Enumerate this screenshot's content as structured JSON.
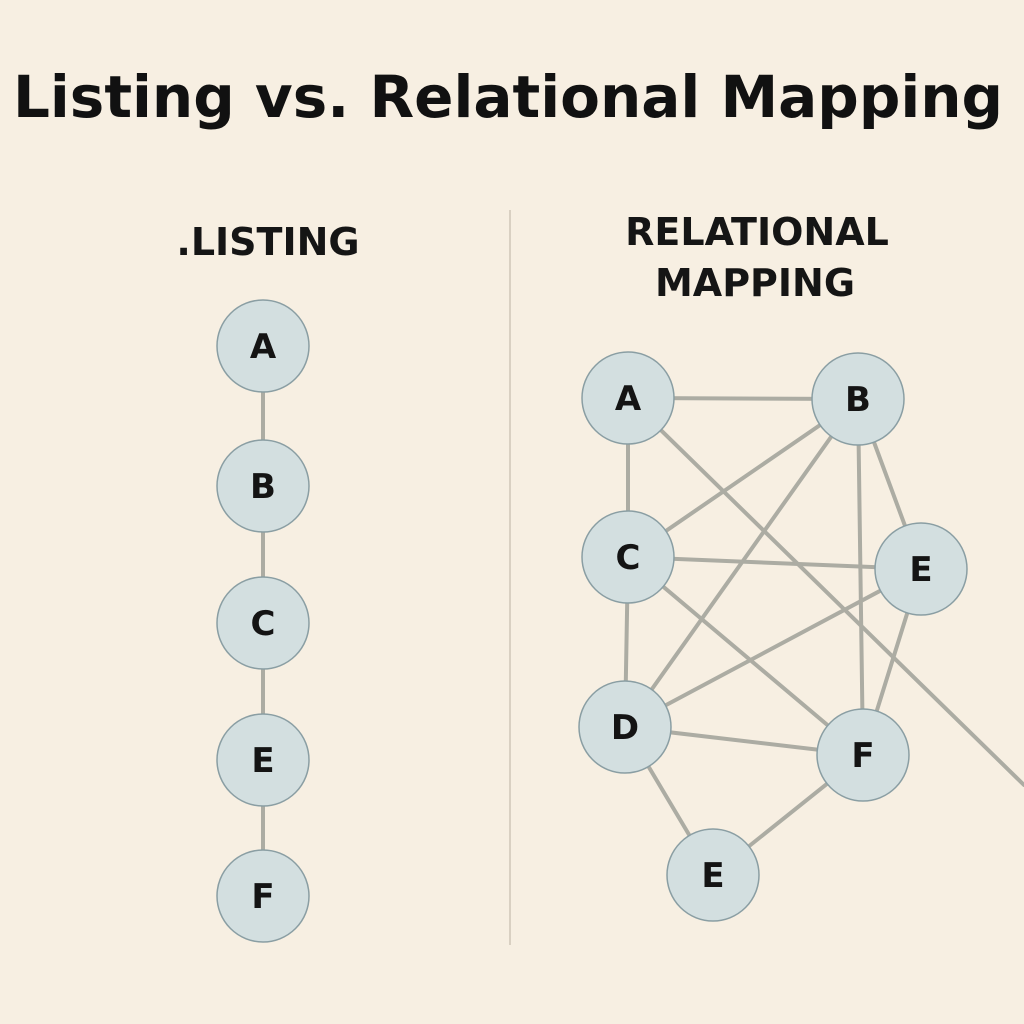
{
  "title": "Listing vs. Relational Mapping",
  "listing": {
    "heading": ".LISTING",
    "nodes": [
      {
        "id": "a",
        "label": "A"
      },
      {
        "id": "b",
        "label": "B"
      },
      {
        "id": "c",
        "label": "C"
      },
      {
        "id": "e",
        "label": "E"
      },
      {
        "id": "f",
        "label": "F"
      }
    ],
    "edges": [
      [
        "a",
        "b"
      ],
      [
        "b",
        "c"
      ],
      [
        "c",
        "e"
      ],
      [
        "e",
        "f"
      ]
    ]
  },
  "relational": {
    "heading_line1": "RELATIONAL",
    "heading_line2": "MAPPING",
    "nodes": [
      {
        "id": "a",
        "label": "A"
      },
      {
        "id": "b",
        "label": "B"
      },
      {
        "id": "c",
        "label": "C"
      },
      {
        "id": "e",
        "label": "E"
      },
      {
        "id": "d",
        "label": "D"
      },
      {
        "id": "f",
        "label": "F"
      },
      {
        "id": "e2",
        "label": "E"
      }
    ],
    "edges": [
      [
        "a",
        "b"
      ],
      [
        "a",
        "c"
      ],
      [
        "a",
        "offscreen"
      ],
      [
        "b",
        "c"
      ],
      [
        "b",
        "d"
      ],
      [
        "b",
        "e"
      ],
      [
        "b",
        "f"
      ],
      [
        "c",
        "e"
      ],
      [
        "c",
        "d"
      ],
      [
        "c",
        "f"
      ],
      [
        "e",
        "d"
      ],
      [
        "e",
        "f"
      ],
      [
        "d",
        "f"
      ],
      [
        "d",
        "e2"
      ],
      [
        "f",
        "e2"
      ]
    ]
  }
}
